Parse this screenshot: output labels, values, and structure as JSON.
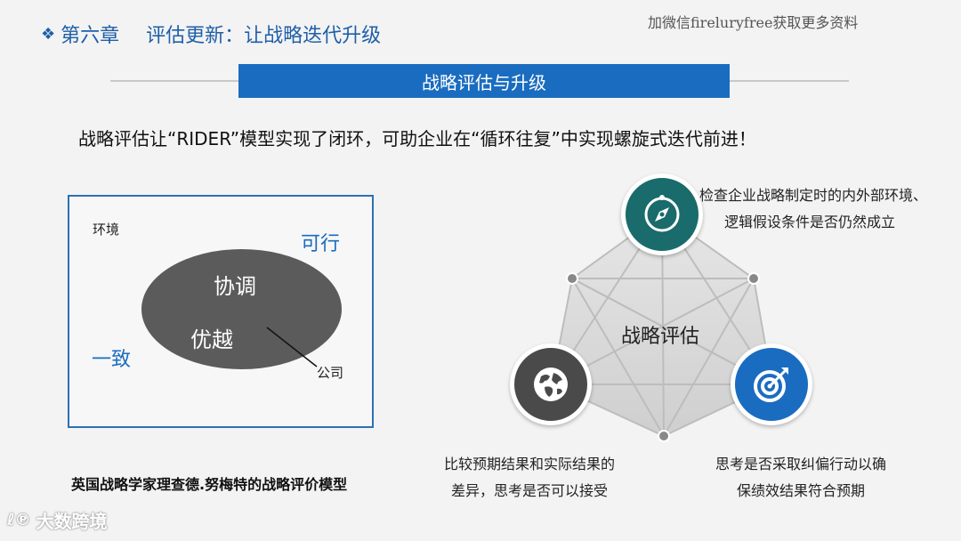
{
  "header": {
    "chapter_marker": "❖",
    "chapter": "第六章",
    "title": "评估更新：让战略迭代升级",
    "watermark": "加微信fireluryfree获取更多资料"
  },
  "banner": {
    "label": "战略评估与升级"
  },
  "tagline": "战略评估让“RIDER”模型实现了闭环，可助企业在“循环往复”中实现螺旋式迭代前进！",
  "model": {
    "environment": "环境",
    "feasible": "可行",
    "consistent": "一致",
    "coordination": "协调",
    "superiority": "优越",
    "company": "公司",
    "caption": "英国战略学家理查德.努梅特的战略评价模型"
  },
  "diagram": {
    "center": "战略评估",
    "top_desc_line1": "检查企业战略制定时的内外部环境、",
    "top_desc_line2": "逻辑假设条件是否仍然成立",
    "left_desc_line1": "比较预期结果和实际结果的",
    "left_desc_line2": "差异，思考是否可以接受",
    "right_desc_line1": "思考是否采取纠偏行动以确",
    "right_desc_line2": "保绩效结果符合预期",
    "icons": {
      "top": "compass-icon",
      "left": "globe-icon",
      "right": "target-icon"
    },
    "colors": {
      "top": "#1a6b6b",
      "left": "#4a4a4a",
      "right": "#1a6cc0"
    }
  },
  "footer": {
    "logo_text": "大数跨境"
  }
}
